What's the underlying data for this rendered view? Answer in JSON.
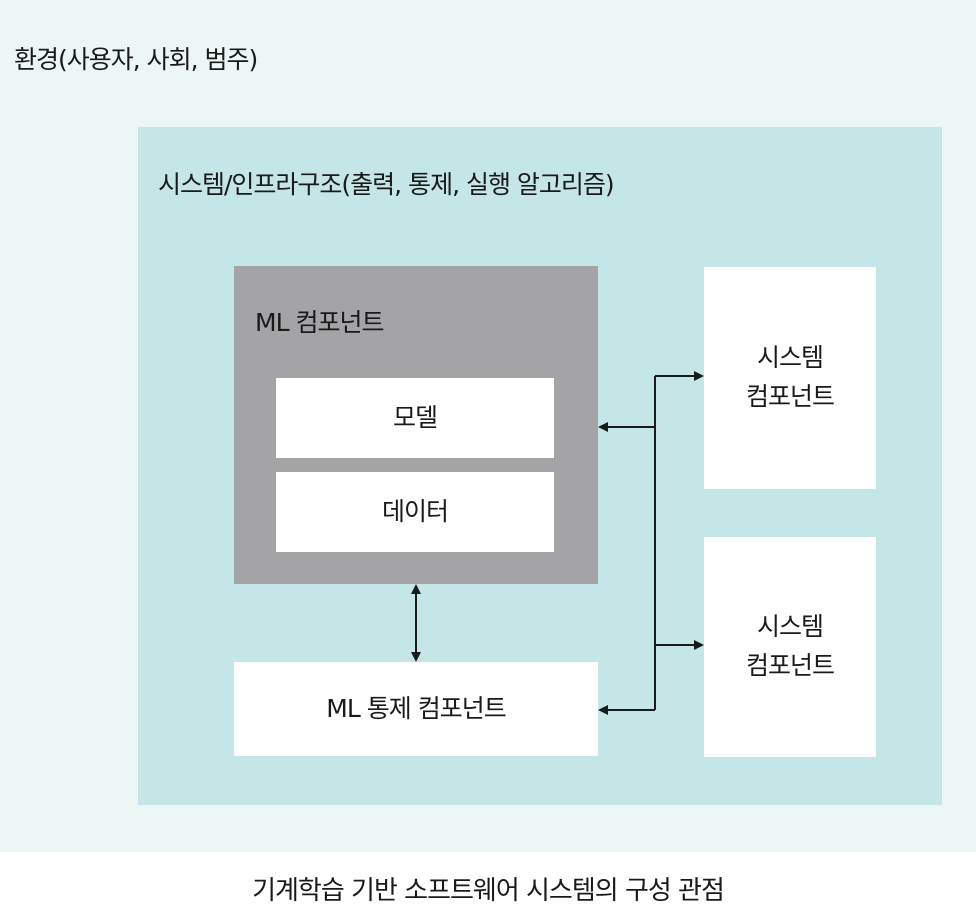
{
  "environment": {
    "label": "환경(사용자, 사회, 범주)"
  },
  "system": {
    "label": "시스템/인프라구조(출력, 통제, 실행 알고리즘)"
  },
  "ml_component": {
    "label": "ML 컴포넌트",
    "model_label": "모델",
    "data_label": "데이터"
  },
  "ml_control_component": {
    "label": "ML 통제 컴포넌트"
  },
  "system_components": [
    {
      "line1": "시스템",
      "line2": "컴포넌트"
    },
    {
      "line1": "시스템",
      "line2": "컴포넌트"
    }
  ],
  "caption": "기계학습 기반 소프트웨어 시스템의 구성 관점",
  "colors": {
    "environment_bg": "#ecf6f5",
    "system_bg": "#c4e6e6",
    "ml_component_bg": "#a4a3a5",
    "box_bg": "#ffffff",
    "connector": "#1a1a1a"
  }
}
